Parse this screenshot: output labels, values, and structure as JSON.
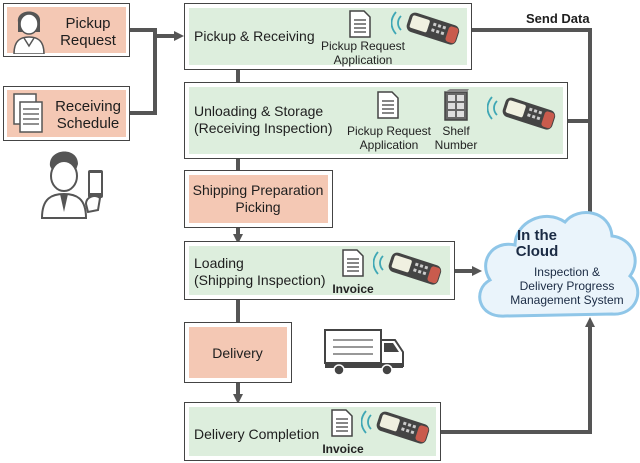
{
  "actors": {
    "pickup_request": "Pickup\nRequest",
    "receiving_schedule": "Receiving\nSchedule"
  },
  "steps": {
    "pickup_receiving": {
      "title": "Pickup & Receiving",
      "doc": "Pickup Request\nApplication"
    },
    "unloading_storage": {
      "title": "Unloading & Storage\n(Receiving Inspection)",
      "doc": "Pickup Request\nApplication",
      "shelf": "Shelf\nNumber"
    },
    "shipping_prep": {
      "title": "Shipping Preparation\nPicking"
    },
    "loading": {
      "title": "Loading\n(Shipping Inspection)",
      "doc": "Invoice"
    },
    "delivery": {
      "title": "Delivery"
    },
    "delivery_completion": {
      "title": "Delivery Completion",
      "doc": "Invoice"
    }
  },
  "send_data": "Send Data",
  "cloud": {
    "title": "In the\nCloud",
    "subtitle": "Inspection &\nDelivery Progress\nManagement System"
  },
  "colors": {
    "green": "#ddeedd",
    "salmon": "#f4c8b4",
    "line": "#555555",
    "cloud_fill": "#eaf4fb",
    "cloud_stroke": "#8fc6e8"
  }
}
